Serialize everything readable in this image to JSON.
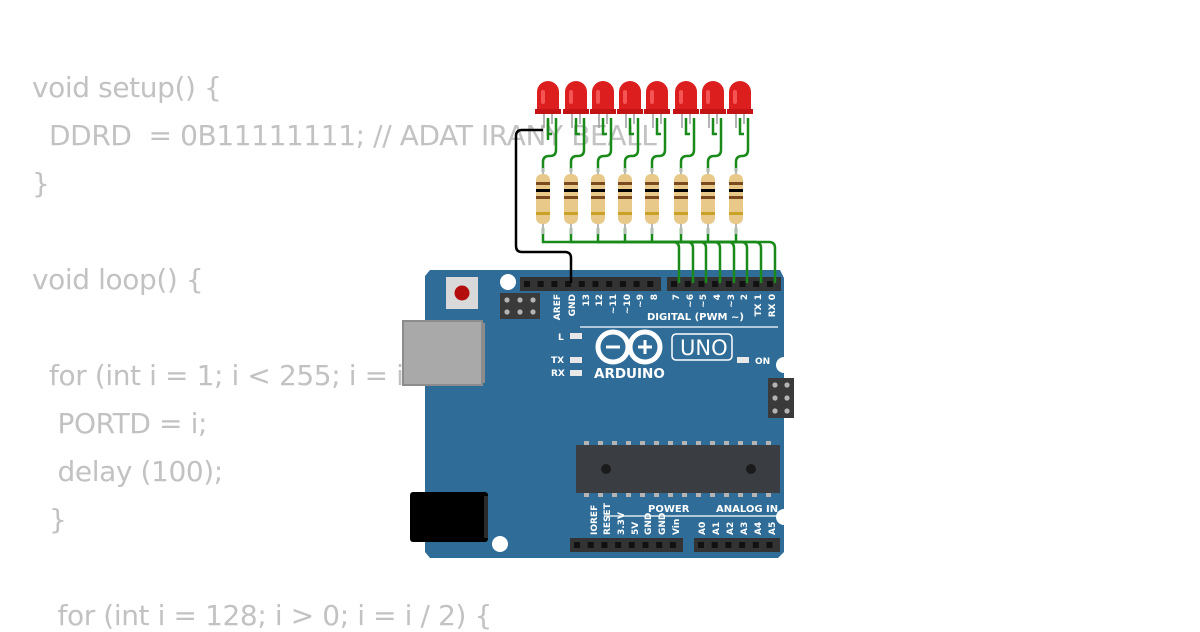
{
  "code": {
    "lines": [
      "void setup() {",
      "  DDRD  = 0B11111111; // ADAT IRANY BEALL",
      "}",
      "",
      "void loop() {",
      "",
      "  for (int i = 1; i < 255; i = i",
      "   PORTD = i;",
      "   delay (100);",
      "  }",
      "",
      "   for (int i = 128; i > 0; i = i / 2) {"
    ]
  },
  "board": {
    "name": "ARDUINO",
    "model": "UNO",
    "digital_title": "DIGITAL (PWM ~)",
    "power_title": "POWER",
    "analog_title": "ANALOG IN",
    "led_l": "L",
    "led_tx": "TX",
    "led_rx": "RX",
    "led_on": "ON",
    "header_left_labels": [
      "AREF",
      "GND",
      "13",
      "12",
      "~11",
      "~10",
      "~9",
      "8"
    ],
    "header_right_labels": [
      "7",
      "~6",
      "~5",
      "4",
      "~3",
      "2",
      "TX 1",
      "RX 0"
    ],
    "power_labels": [
      "IOREF",
      "RESET",
      "3.3V",
      "5V",
      "GND",
      "GND",
      "Vin"
    ],
    "analog_labels": [
      "A0",
      "A1",
      "A2",
      "A3",
      "A4",
      "A5"
    ]
  },
  "leds": {
    "count": 8,
    "color": "red"
  },
  "resistors": {
    "count": 8
  },
  "colors": {
    "board": "#2f6d98",
    "led": "#dd1e1e",
    "wire_signal": "#1a8a1a",
    "wire_ground": "#000000",
    "code_text": "#c2c2c2"
  }
}
